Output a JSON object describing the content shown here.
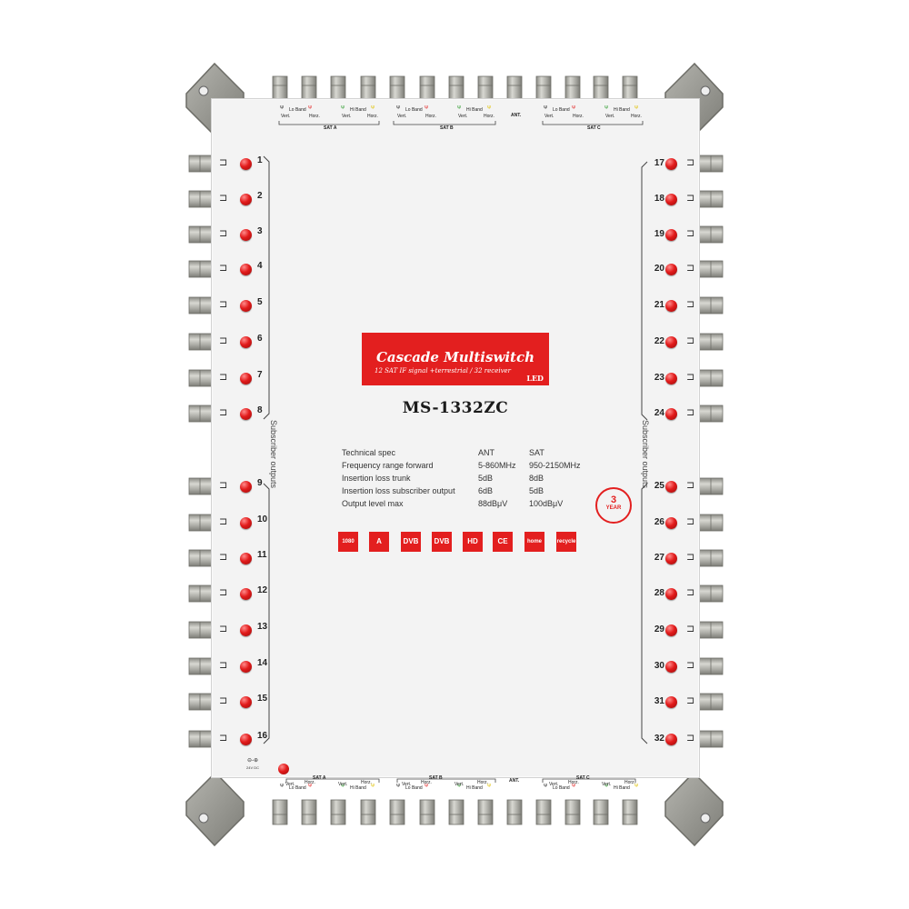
{
  "product": {
    "title": "Cascade Multiswitch",
    "subtitle": "12 SAT IF signal +terrestrial / 32 receiver",
    "led_tag": "LED",
    "model": "MS-1332ZC"
  },
  "side_label": "Subscriber outputs",
  "outputs_left": [
    "1",
    "2",
    "3",
    "4",
    "5",
    "6",
    "7",
    "8",
    "9",
    "10",
    "11",
    "12",
    "13",
    "14",
    "15",
    "16"
  ],
  "outputs_right": [
    "17",
    "18",
    "19",
    "20",
    "21",
    "22",
    "23",
    "24",
    "25",
    "26",
    "27",
    "28",
    "29",
    "30",
    "31",
    "32"
  ],
  "top_input_labels": {
    "groups": [
      {
        "name": "SAT A",
        "vert": "Vert.",
        "horz": "Horz.",
        "lo": "Lo Band",
        "hi": "Hi Band"
      },
      {
        "name": "SAT B",
        "vert": "Vert.",
        "horz": "Horz.",
        "lo": "Lo Band",
        "hi": "Hi Band"
      },
      {
        "name": "SAT C",
        "vert": "Vert.",
        "horz": "Horz.",
        "lo": "Lo Band",
        "hi": "Hi Band"
      }
    ],
    "ant": "ANT."
  },
  "bottom_input_labels": {
    "groups": [
      {
        "name": "SAT A",
        "vert": "Vert.",
        "horz": "Horz.",
        "lo": "Lo Band",
        "hi": "Hi Band"
      },
      {
        "name": "SAT B",
        "vert": "Vert.",
        "horz": "Horz.",
        "lo": "Lo Band",
        "hi": "Hi Band"
      },
      {
        "name": "SAT C",
        "vert": "Vert.",
        "horz": "Horz.",
        "lo": "Lo Band",
        "hi": "Hi Band"
      }
    ],
    "ant": "ANT."
  },
  "power_label": "24V DC",
  "specs": {
    "header": [
      "Technical spec",
      "ANT",
      "SAT"
    ],
    "rows": [
      [
        "Frequency range forward",
        "5-860MHz",
        "950-2150MHz"
      ],
      [
        "Insertion loss trunk",
        "5dB",
        "8dB"
      ],
      [
        "Insertion loss subscriber output",
        "6dB",
        "5dB"
      ],
      [
        "Output level max",
        "88dBμV",
        "100dBμV"
      ]
    ]
  },
  "certifications": [
    "1080",
    "A",
    "DVB",
    "DVB",
    "HD",
    "CE",
    "home",
    "recycle"
  ],
  "warranty": {
    "years": "3",
    "unit": "YEAR"
  },
  "colors": {
    "accent": "#e31f1f",
    "led": "#e21b1b",
    "panel": "#f3f3f3",
    "connector": "#a9a9a3"
  }
}
